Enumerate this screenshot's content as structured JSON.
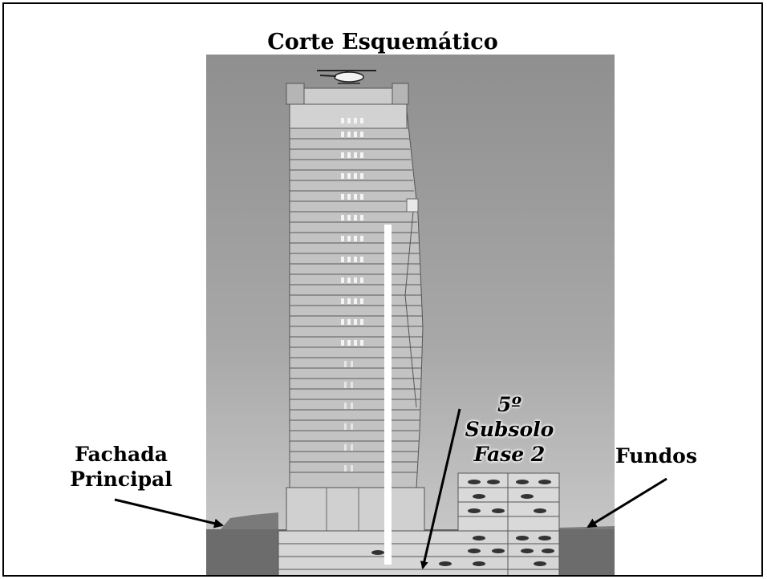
{
  "title": "Corte Esquemático",
  "labels": {
    "fachada_line1": "Fachada",
    "fachada_line2": "Principal",
    "fundos": "Fundos",
    "subsolo_line1": "5º",
    "subsolo_line2": "Subsolo",
    "subsolo_line3": "Fase 2"
  },
  "colors": {
    "sky_top": "#8f8f8f",
    "ground": "#6c6c6c",
    "tower": "#bdbdbd",
    "highlight_line": "#ffffff",
    "text": "#000000"
  },
  "icons": [
    "helicopter-icon",
    "car-icon"
  ]
}
